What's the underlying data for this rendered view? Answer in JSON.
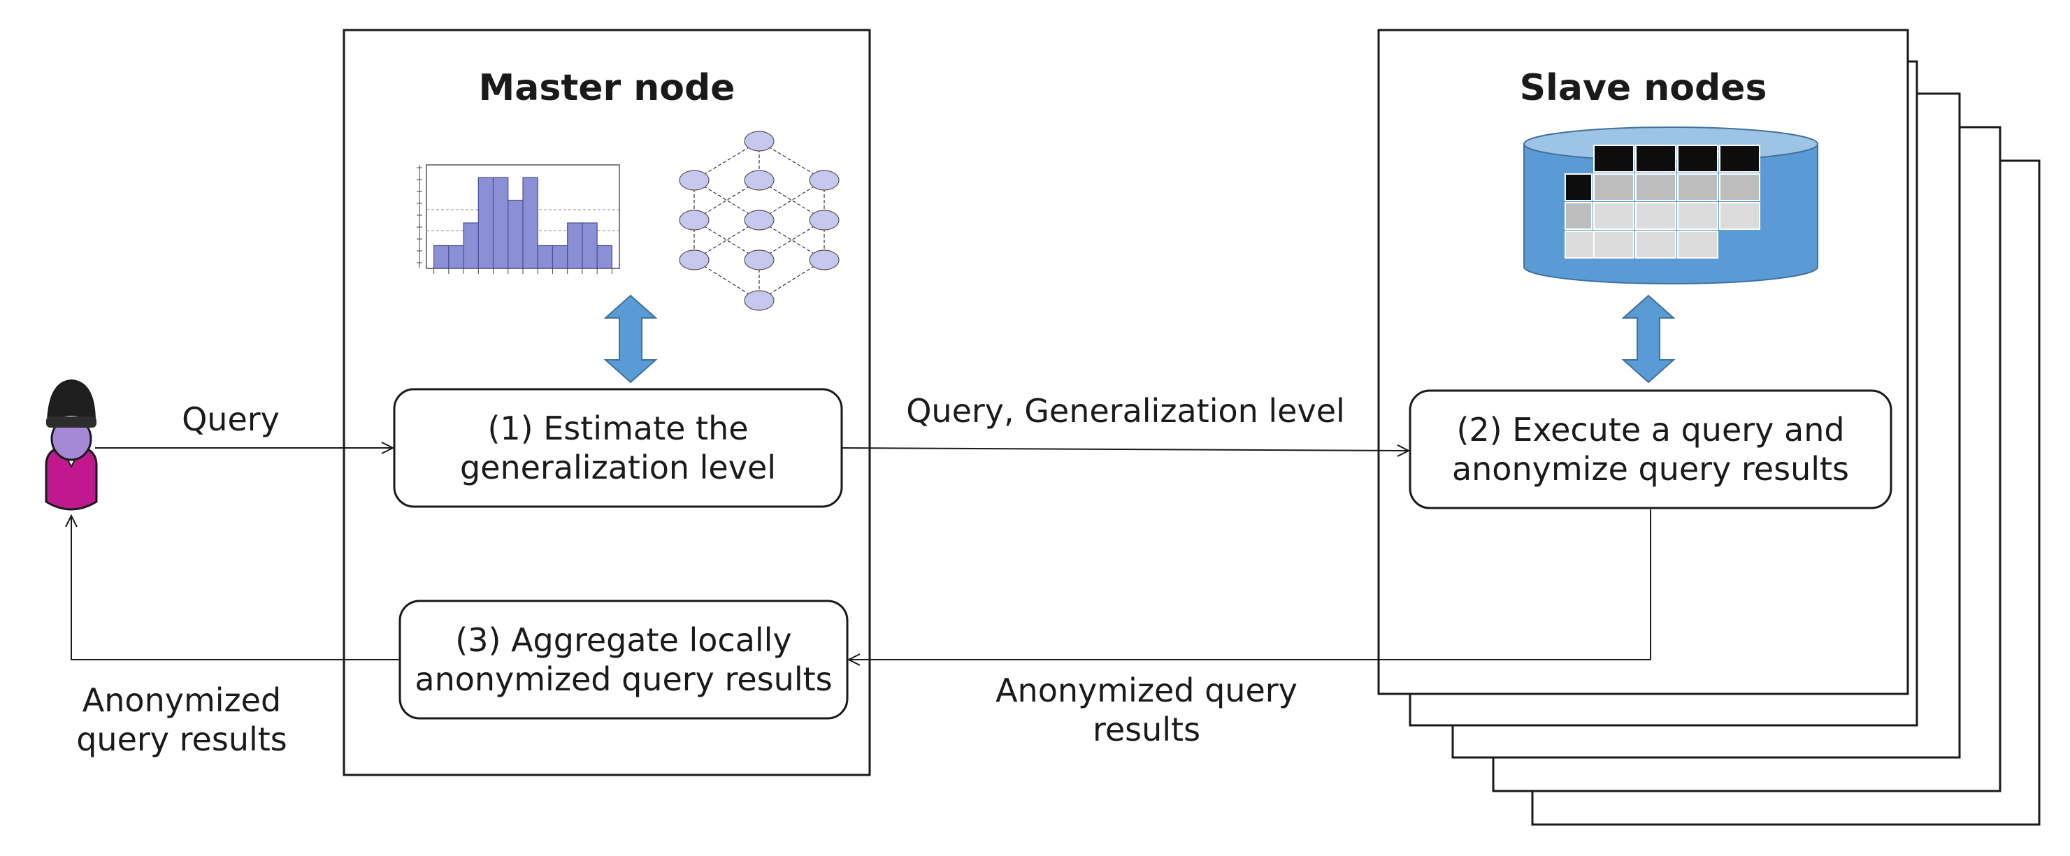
{
  "master": {
    "title": "Master node",
    "step1_line1": "(1) Estimate the",
    "step1_line2": "generalization level",
    "step3_line1": "(3) Aggregate locally",
    "step3_line2": "anonymized query results"
  },
  "slave": {
    "title": "Slave nodes",
    "step2_line1": "(2) Execute a query and",
    "step2_line2": "anonymize query results"
  },
  "edges": {
    "query": "Query",
    "query_gen_level": "Query, Generalization level",
    "anon_results_slave_line1": "Anonymized query",
    "anon_results_slave_line2": "results",
    "anon_results_user_line1": "Anonymized",
    "anon_results_user_line2": "query results"
  },
  "colors": {
    "arrow_blue": "#5b9bd5",
    "histogram_fill": "#8a8fd6",
    "lattice_node": "#c8c8ee",
    "db_blue": "#5b9bd5",
    "user_body": "#c0188f"
  },
  "histogram_values": [
    1,
    1,
    2,
    4,
    4,
    3,
    4,
    1,
    1,
    2,
    2,
    1
  ]
}
